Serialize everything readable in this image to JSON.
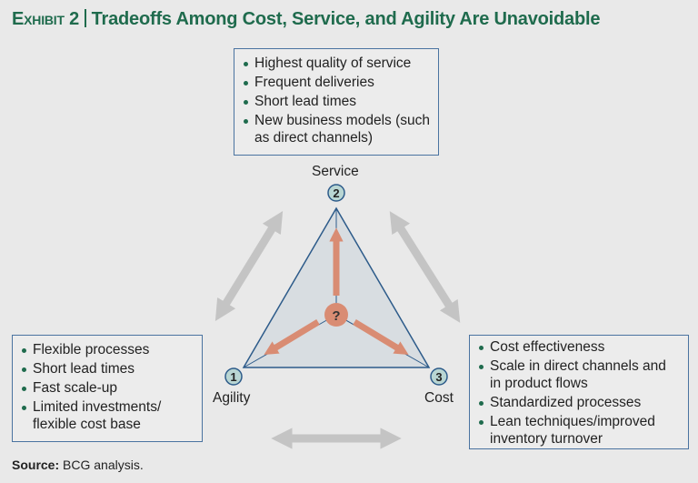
{
  "title": {
    "exhibit": "Exhibit 2",
    "text": "Tradeoffs Among Cost, Service, and Agility Are Unavoidable"
  },
  "service_box": [
    "Highest quality of service",
    "Frequent deliveries",
    "Short lead times",
    "New business models (such as direct channels)"
  ],
  "agility_box": [
    "Flexible processes",
    "Short lead times",
    "Fast scale-up",
    "Limited investments/ flexible cost base"
  ],
  "cost_box": [
    "Cost effectiveness",
    "Scale in direct channels and in product flows",
    "Standardized processes",
    "Lean techniques/improved inventory turnover"
  ],
  "nodes": {
    "service": {
      "num": "2",
      "label": "Service"
    },
    "agility": {
      "num": "1",
      "label": "Agility"
    },
    "cost": {
      "num": "3",
      "label": "Cost"
    },
    "center": "?"
  },
  "source": {
    "label": "Source:",
    "text": "BCG analysis."
  },
  "colors": {
    "title": "#1f6b4d",
    "border": "#4a73a0",
    "arrow": "#d98c73",
    "gray_arrow": "#c4c4c4",
    "node": "#b9d6d3"
  }
}
